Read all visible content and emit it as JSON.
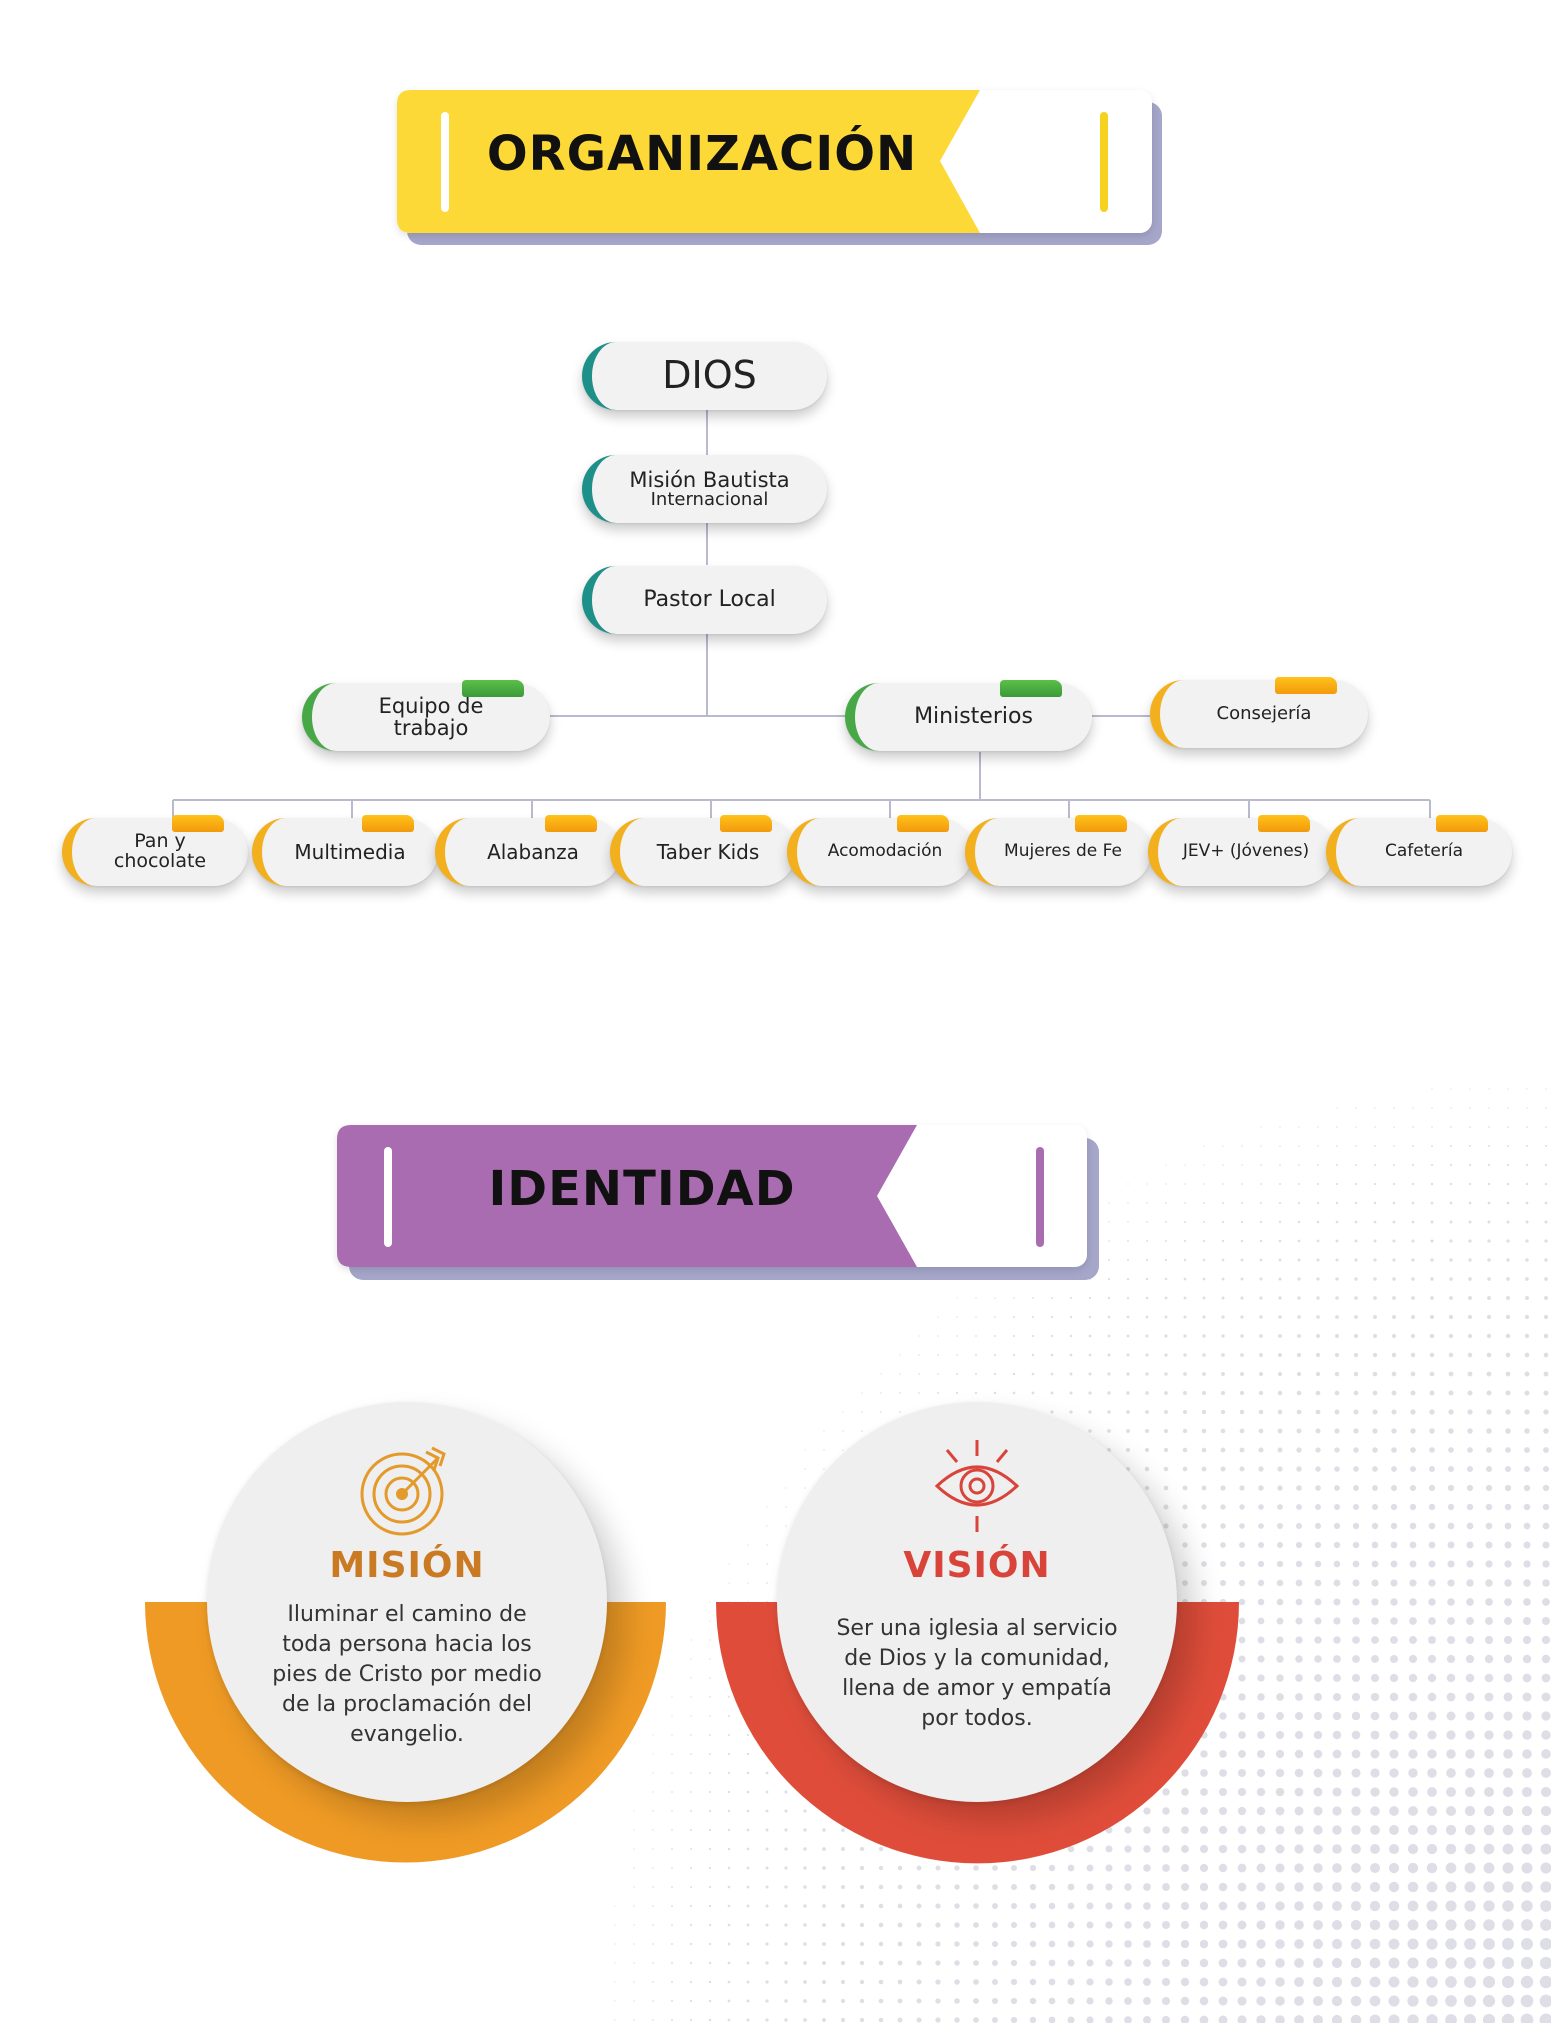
{
  "organization": {
    "title": "ORGANIZACIÓN",
    "colors": {
      "banner": "#fcd936",
      "shadow": "#a5a6c9",
      "bar": "#f4d21f"
    }
  },
  "org_chart": {
    "nodes": {
      "dios": "DIOS",
      "mision": {
        "line1": "Misión Bautista",
        "line2": "Internacional"
      },
      "pastor": "Pastor Local",
      "equipo": {
        "line1": "Equipo de",
        "line2": "trabajo"
      },
      "ministerios": "Ministerios",
      "consejeria": "Consejería"
    },
    "ministries": [
      {
        "line1": "Pan y",
        "line2": "chocolate"
      },
      {
        "line1": "Multimedia"
      },
      {
        "line1": "Alabanza"
      },
      {
        "line1": "Taber Kids"
      },
      {
        "line1": "Acomodación"
      },
      {
        "line1": "Mujeres de Fe"
      },
      {
        "line1": "JEV+ (Jóvenes)"
      },
      {
        "line1": "Cafetería"
      }
    ],
    "colors": {
      "teal": "#1f8f8a",
      "green": "#48a848",
      "yellow": "#f2b01e",
      "connector": "#b9b9cf"
    }
  },
  "identity": {
    "title": "IDENTIDAD",
    "colors": {
      "banner": "#a96cb0",
      "bar": "#a96cb0"
    }
  },
  "mision": {
    "title": "MISIÓN",
    "icon": "target-icon",
    "text": [
      "Iluminar el camino de",
      "toda persona hacia los",
      "pies de Cristo por medio",
      "de la proclamación del",
      "evangelio."
    ],
    "color": "#c97a23",
    "arc_color": "#ee9a25"
  },
  "vision": {
    "title": "VISIÓN",
    "icon": "eye-icon",
    "text": [
      "Ser una iglesia al servicio",
      "de Dios y la comunidad,",
      "llena de amor y empatía",
      "por todos."
    ],
    "color": "#d9443a",
    "arc_color": "#df4d3a"
  }
}
